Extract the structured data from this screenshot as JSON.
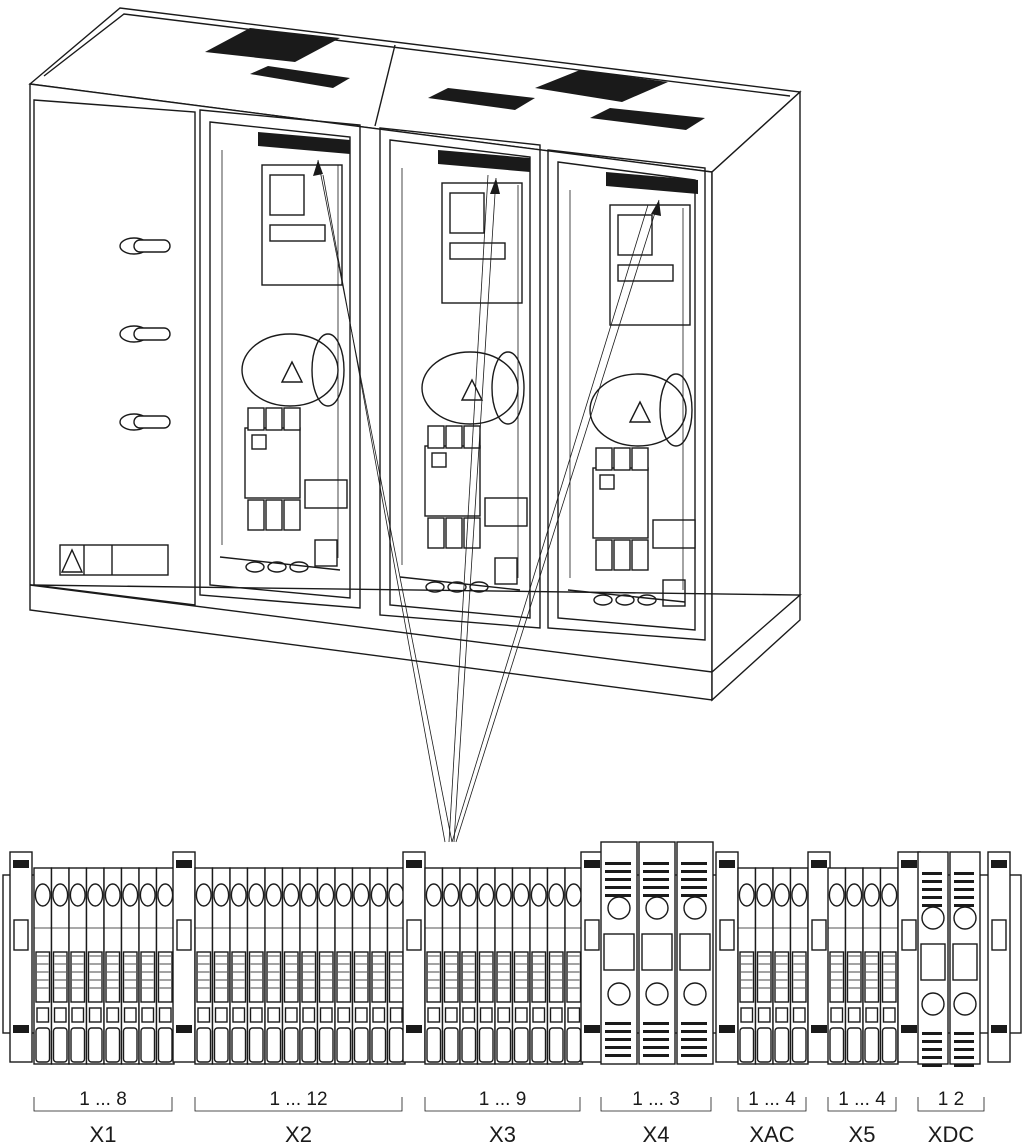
{
  "terminal_groups": [
    {
      "range": "1 ... 8",
      "name": "X1"
    },
    {
      "range": "1 ... 12",
      "name": "X2"
    },
    {
      "range": "1 ... 9",
      "name": "X3"
    },
    {
      "range": "1 ... 3",
      "name": "X4"
    },
    {
      "range": "1 ... 4",
      "name": "XAC"
    },
    {
      "range": "1 ... 4",
      "name": "X5"
    },
    {
      "range": "1   2",
      "name": "XDC"
    }
  ],
  "colors": {
    "line": "#1a1a1a",
    "background": "#ffffff"
  }
}
